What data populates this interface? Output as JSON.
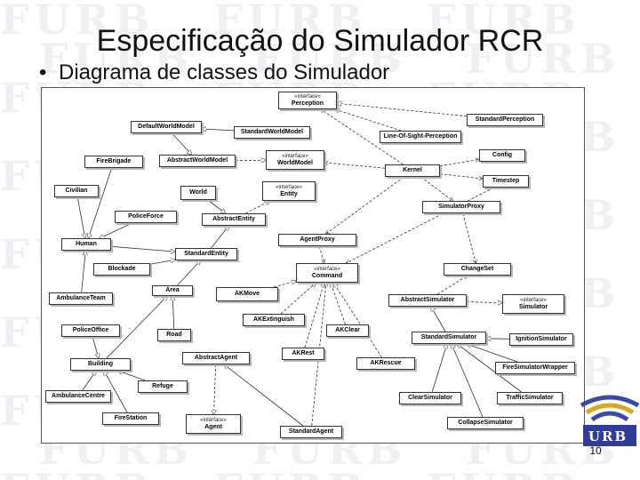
{
  "slide": {
    "title": "Especificação do Simulador RCR",
    "bullet": "Diagrama de classes do Simulador",
    "page_number": "10",
    "logo_text": "URB",
    "watermark_text": "FURB"
  },
  "diagram": {
    "classes": [
      {
        "id": "Perception",
        "stereotype": "«interface»",
        "name": "Perception"
      },
      {
        "id": "DefaultWorldModel",
        "stereotype": "",
        "name": "DefaultWorldModel"
      },
      {
        "id": "StandardPerception",
        "stereotype": "",
        "name": "StandardPerception"
      },
      {
        "id": "StandardWorldModel",
        "stereotype": "",
        "name": "StandardWorldModel"
      },
      {
        "id": "LineOfSightPerception",
        "stereotype": "",
        "name": "Line-Of-Sight-Perception"
      },
      {
        "id": "FireBrigade",
        "stereotype": "",
        "name": "FireBrigade"
      },
      {
        "id": "AbstractWorldModel",
        "stereotype": "",
        "name": "AbstractWorldModel"
      },
      {
        "id": "WorldModel",
        "stereotype": "«interface»",
        "name": "WorldModel"
      },
      {
        "id": "Config",
        "stereotype": "",
        "name": "Config"
      },
      {
        "id": "Kernel",
        "stereotype": "",
        "name": "Kernel"
      },
      {
        "id": "Timestep",
        "stereotype": "",
        "name": "Timestep"
      },
      {
        "id": "Civilian",
        "stereotype": "",
        "name": "Civilian"
      },
      {
        "id": "World",
        "stereotype": "",
        "name": "World"
      },
      {
        "id": "Entity",
        "stereotype": "«interface»",
        "name": "Entity"
      },
      {
        "id": "SimulatorProxy",
        "stereotype": "",
        "name": "SimulatorProxy"
      },
      {
        "id": "PoliceForce",
        "stereotype": "",
        "name": "PoliceForce"
      },
      {
        "id": "AbstractEntity",
        "stereotype": "",
        "name": "AbstractEntity"
      },
      {
        "id": "AgentProxy",
        "stereotype": "",
        "name": "AgentProxy"
      },
      {
        "id": "Human",
        "stereotype": "",
        "name": "Human"
      },
      {
        "id": "StandardEntity",
        "stereotype": "",
        "name": "StandardEntity"
      },
      {
        "id": "Blockade",
        "stereotype": "",
        "name": "Blockade"
      },
      {
        "id": "Command",
        "stereotype": "«interface»",
        "name": "Command"
      },
      {
        "id": "ChangeSet",
        "stereotype": "",
        "name": "ChangeSet"
      },
      {
        "id": "Area",
        "stereotype": "",
        "name": "Area"
      },
      {
        "id": "AKMove",
        "stereotype": "",
        "name": "AKMove"
      },
      {
        "id": "AmbulanceTeam",
        "stereotype": "",
        "name": "AmbulanceTeam"
      },
      {
        "id": "AbstractSimulator",
        "stereotype": "",
        "name": "AbstractSimulator"
      },
      {
        "id": "Simulator",
        "stereotype": "«interface»",
        "name": "Simulator"
      },
      {
        "id": "AKExtinguish",
        "stereotype": "",
        "name": "AKExtinguish"
      },
      {
        "id": "PoliceOffice",
        "stereotype": "",
        "name": "PoliceOffice"
      },
      {
        "id": "AKClear",
        "stereotype": "",
        "name": "AKClear"
      },
      {
        "id": "Road",
        "stereotype": "",
        "name": "Road"
      },
      {
        "id": "StandardSimulator",
        "stereotype": "",
        "name": "StandardSimulator"
      },
      {
        "id": "IgnitionSimulator",
        "stereotype": "",
        "name": "IgnitionSimulator"
      },
      {
        "id": "AbstractAgent",
        "stereotype": "",
        "name": "AbstractAgent"
      },
      {
        "id": "AKRest",
        "stereotype": "",
        "name": "AKRest"
      },
      {
        "id": "Building",
        "stereotype": "",
        "name": "Building"
      },
      {
        "id": "AKRescue",
        "stereotype": "",
        "name": "AKRescue"
      },
      {
        "id": "FireSimulatorWrapper",
        "stereotype": "",
        "name": "FireSimulatorWrapper"
      },
      {
        "id": "Refuge",
        "stereotype": "",
        "name": "Refuge"
      },
      {
        "id": "AmbulanceCentre",
        "stereotype": "",
        "name": "AmbulanceCentre"
      },
      {
        "id": "ClearSimulator",
        "stereotype": "",
        "name": "ClearSimulator"
      },
      {
        "id": "TrafficSimulator",
        "stereotype": "",
        "name": "TrafficSimulator"
      },
      {
        "id": "FireStation",
        "stereotype": "",
        "name": "FireStation"
      },
      {
        "id": "Agent",
        "stereotype": "«interface»",
        "name": "Agent"
      },
      {
        "id": "CollapseSimulator",
        "stereotype": "",
        "name": "CollapseSimulator"
      },
      {
        "id": "StandardAgent",
        "stereotype": "",
        "name": "StandardAgent"
      }
    ],
    "relations": [
      {
        "from": "StandardPerception",
        "to": "Perception",
        "kind": "realize"
      },
      {
        "from": "LineOfSightPerception",
        "to": "Perception",
        "kind": "realize"
      },
      {
        "from": "DefaultWorldModel",
        "to": "AbstractWorldModel",
        "kind": "extends"
      },
      {
        "from": "StandardWorldModel",
        "to": "DefaultWorldModel",
        "kind": "extends"
      },
      {
        "from": "AbstractWorldModel",
        "to": "WorldModel",
        "kind": "realize"
      },
      {
        "from": "Kernel",
        "to": "WorldModel",
        "kind": "use"
      },
      {
        "from": "Kernel",
        "to": "Config",
        "kind": "use"
      },
      {
        "from": "Kernel",
        "to": "Perception",
        "kind": "use"
      },
      {
        "from": "Kernel",
        "to": "Timestep",
        "kind": "use"
      },
      {
        "from": "Kernel",
        "to": "SimulatorProxy",
        "kind": "use"
      },
      {
        "from": "Kernel",
        "to": "AgentProxy",
        "kind": "use"
      },
      {
        "from": "Timestep",
        "to": "Command",
        "kind": "use"
      },
      {
        "from": "FireBrigade",
        "to": "Human",
        "kind": "extends"
      },
      {
        "from": "Civilian",
        "to": "Human",
        "kind": "extends"
      },
      {
        "from": "PoliceForce",
        "to": "Human",
        "kind": "extends"
      },
      {
        "from": "AmbulanceTeam",
        "to": "Human",
        "kind": "extends"
      },
      {
        "from": "World",
        "to": "AbstractEntity",
        "kind": "extends"
      },
      {
        "from": "AbstractEntity",
        "to": "Entity",
        "kind": "realize"
      },
      {
        "from": "StandardEntity",
        "to": "AbstractEntity",
        "kind": "extends"
      },
      {
        "from": "Human",
        "to": "StandardEntity",
        "kind": "extends"
      },
      {
        "from": "Blockade",
        "to": "StandardEntity",
        "kind": "extends"
      },
      {
        "from": "Area",
        "to": "StandardEntity",
        "kind": "extends"
      },
      {
        "from": "Road",
        "to": "Area",
        "kind": "extends"
      },
      {
        "from": "Building",
        "to": "Area",
        "kind": "extends"
      },
      {
        "from": "PoliceOffice",
        "to": "Building",
        "kind": "extends"
      },
      {
        "from": "Refuge",
        "to": "Building",
        "kind": "extends"
      },
      {
        "from": "AmbulanceCentre",
        "to": "Building",
        "kind": "extends"
      },
      {
        "from": "FireStation",
        "to": "Building",
        "kind": "extends"
      },
      {
        "from": "AKMove",
        "to": "Command",
        "kind": "realize"
      },
      {
        "from": "AKExtinguish",
        "to": "Command",
        "kind": "realize"
      },
      {
        "from": "AKClear",
        "to": "Command",
        "kind": "realize"
      },
      {
        "from": "AKRest",
        "to": "Command",
        "kind": "realize"
      },
      {
        "from": "AKRescue",
        "to": "Command",
        "kind": "realize"
      },
      {
        "from": "AbstractSimulator",
        "to": "Simulator",
        "kind": "realize"
      },
      {
        "from": "AbstractSimulator",
        "to": "ChangeSet",
        "kind": "use"
      },
      {
        "from": "SimulatorProxy",
        "to": "ChangeSet",
        "kind": "use"
      },
      {
        "from": "StandardSimulator",
        "to": "AbstractSimulator",
        "kind": "extends"
      },
      {
        "from": "IgnitionSimulator",
        "to": "StandardSimulator",
        "kind": "extends"
      },
      {
        "from": "FireSimulatorWrapper",
        "to": "StandardSimulator",
        "kind": "extends"
      },
      {
        "from": "ClearSimulator",
        "to": "StandardSimulator",
        "kind": "extends"
      },
      {
        "from": "TrafficSimulator",
        "to": "StandardSimulator",
        "kind": "extends"
      },
      {
        "from": "CollapseSimulator",
        "to": "StandardSimulator",
        "kind": "extends"
      },
      {
        "from": "AbstractAgent",
        "to": "Agent",
        "kind": "realize"
      },
      {
        "from": "StandardAgent",
        "to": "AbstractAgent",
        "kind": "extends"
      },
      {
        "from": "StandardAgent",
        "to": "Command",
        "kind": "use"
      },
      {
        "from": "AgentProxy",
        "to": "Command",
        "kind": "use"
      }
    ]
  }
}
